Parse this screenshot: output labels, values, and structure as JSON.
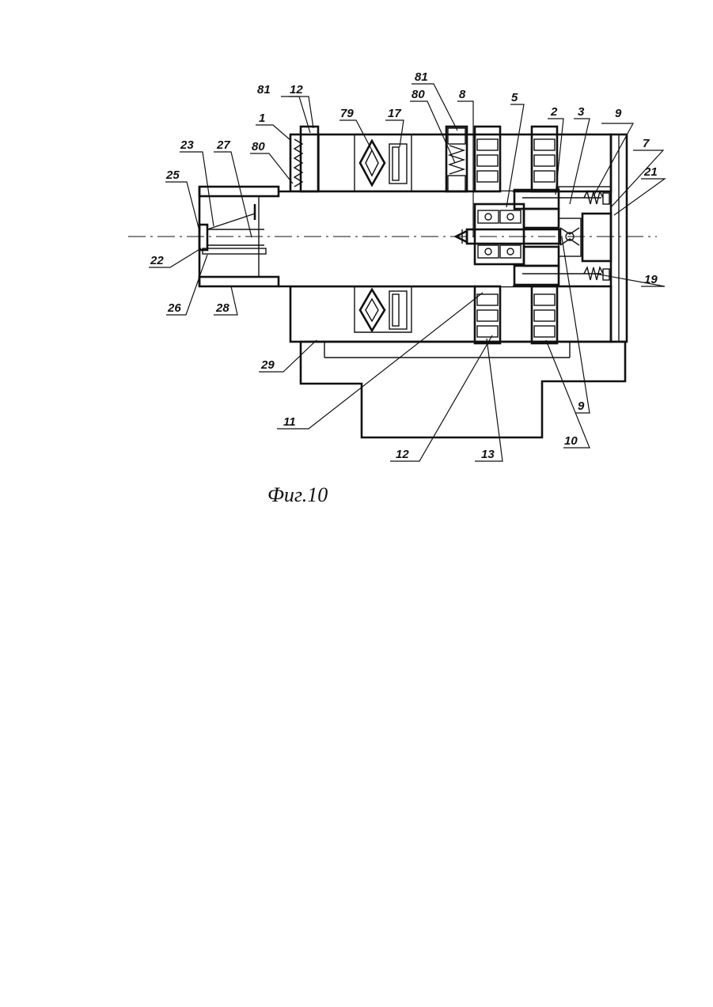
{
  "figure": {
    "caption": "Фиг.10",
    "labels": {
      "l1": "1",
      "l2": "2",
      "l3": "3",
      "l5": "5",
      "l7": "7",
      "l8": "8",
      "l9a": "9",
      "l9b": "9",
      "l10": "10",
      "l11": "11",
      "l12a": "12",
      "l12b": "12",
      "l13": "13",
      "l17": "17",
      "l19": "19",
      "l21": "21",
      "l22": "22",
      "l23": "23",
      "l25": "25",
      "l26": "26",
      "l27": "27",
      "l28": "28",
      "l29": "29",
      "l79": "79",
      "l80a": "80",
      "l80b": "80",
      "l81a": "81",
      "l81b": "81"
    }
  },
  "colors": {
    "ink": "#111111",
    "paper": "#ffffff"
  }
}
